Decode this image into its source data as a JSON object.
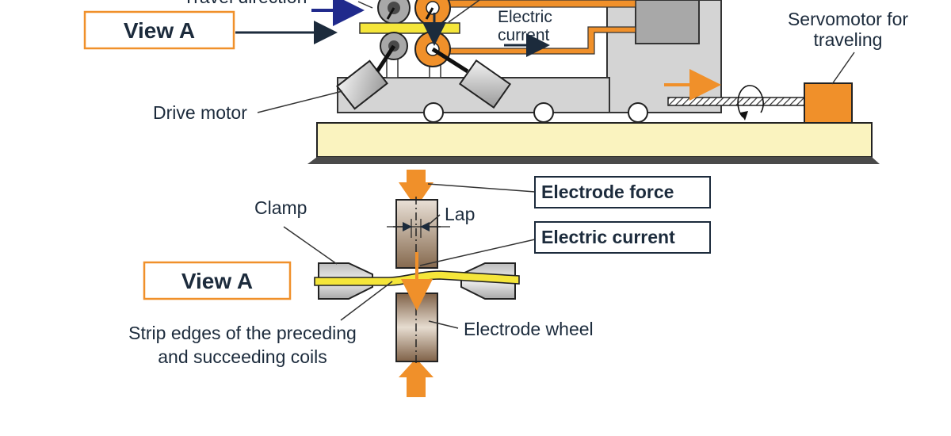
{
  "labels": {
    "travel_direction": "Travel direction",
    "electric_current_top_line1": "Electric",
    "electric_current_top_line2": "current",
    "servomotor_line1": "Servomotor for",
    "servomotor_line2": "traveling",
    "drive_motor": "Drive motor",
    "view_a_top": "View A",
    "view_a_bottom": "View A",
    "clamp": "Clamp",
    "lap": "Lap",
    "electrode_force": "Electrode force",
    "electric_current_box": "Electric current",
    "electrode_wheel": "Electrode wheel",
    "strip_edges_line1": "Strip edges of the preceding",
    "strip_edges_line2": "and succeeding coils"
  },
  "colors": {
    "orange": "#f0902a",
    "navy": "#1c2b3c",
    "yellow_base": "#faf3bf",
    "gray_light": "#d4d4d4",
    "gray_mid": "#a8a8a8",
    "gray_dark": "#4a4a4a",
    "strip_yellow": "#f5e63a",
    "bronze": "#9a7f62"
  }
}
